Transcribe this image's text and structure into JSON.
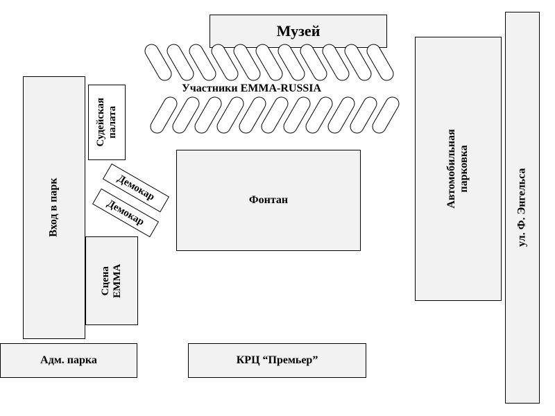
{
  "museum": "Музей",
  "participants_label": "Участники EMMA-RUSSIA",
  "judges": "Судейская палата",
  "park_entrance": "Вход в парк",
  "democar_1": "Демокар",
  "democar_2": "Демокар",
  "fountain": "Фонтан",
  "stage": "Сцена EMMA",
  "parking": "Автомобильная парковка",
  "street": "ул. Ф. Энгельса",
  "park_admin": "Адм. парка",
  "krc": "КРЦ “Премьер”"
}
